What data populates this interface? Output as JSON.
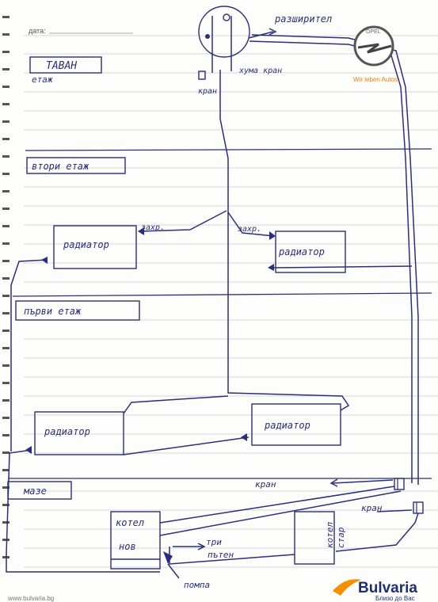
{
  "form": {
    "date_label": "дата:"
  },
  "floors": {
    "attic": "ТАВАН",
    "attic_note": "етаж",
    "second": "втори етаж",
    "first": "първи етаж",
    "basement": "мазе"
  },
  "tank": {
    "label": "разширител",
    "tap_left": "кран",
    "tap_right": "хума кран"
  },
  "radiators": {
    "r1": "радиатор",
    "r2": "радиатор",
    "r3": "радиатор",
    "r4": "радиатор"
  },
  "pipes": {
    "supply_left": "захр.",
    "supply_right": "захр."
  },
  "boilers": {
    "new_line1": "котел",
    "new_line2": "нов",
    "old_line1": "котел",
    "old_line2": "стар"
  },
  "valves": {
    "top_tap": "кран",
    "side_tap": "кран",
    "three_way_line1": "три",
    "three_way_line2": "пътен",
    "pump": "помпа"
  },
  "brands": {
    "opel_name": "OPEL",
    "opel_slogan": "Wir leben Autos.",
    "bulvaria_name": "Bulvaria",
    "bulvaria_slogan": "Близо до Вас",
    "website": "www.bulvaria.bg"
  },
  "colors": {
    "ink": "#2b2f7a",
    "opel_orange": "#e8830b",
    "bulvaria_orange": "#f29100",
    "bulvaria_navy": "#1d2f6f"
  }
}
